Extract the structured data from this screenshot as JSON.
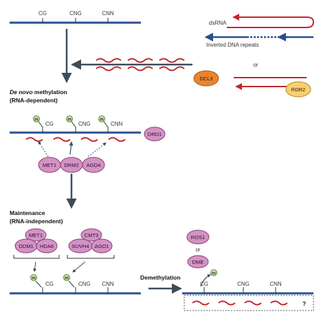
{
  "colors": {
    "dna": "#2a4f8f",
    "rna": "#c0272d",
    "arrow": "#3b4c5c",
    "protein_fill": "#d392c3",
    "protein_stroke": "#8a3f7a",
    "dcl3_fill": "#e8852b",
    "rdr2_fill": "#f6cf6e",
    "methyl_fill": "#c9dca3"
  },
  "sites": {
    "cg": "CG",
    "cng": "CNG",
    "cnn": "CNN"
  },
  "methyl_mark": "m",
  "trigger": {
    "dsrna": "dsRNA",
    "inverted_repeats": "Inverted DNA repeats",
    "or": "or",
    "dcl3": "DCL3",
    "rdr2": "RDR2"
  },
  "de_novo": {
    "title_italic": "De novo",
    "title_rest": " methylation",
    "subtitle": "(RNA-dependent)",
    "drd1": "DRD1",
    "met1": "MET1",
    "drm2": "DRM2",
    "ago4": "AGO4"
  },
  "maintenance": {
    "title": "Maintenance",
    "subtitle": "(RNA-independent)",
    "met1": "MET1",
    "ddm1": "DDM1",
    "hda6": "HDA6",
    "cmt3": "CMT3",
    "suvh4": "SUVH4",
    "ago1": "AGO1"
  },
  "demethylation": {
    "title": "Demethylation",
    "ros1": "ROS1",
    "or": "or",
    "dme": "DME",
    "question": "?"
  }
}
